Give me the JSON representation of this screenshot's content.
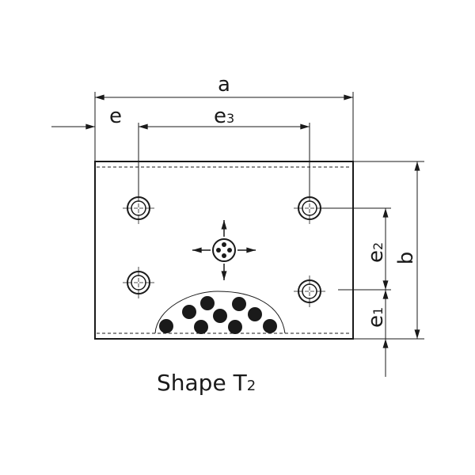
{
  "labels": {
    "a": "a",
    "e": "e",
    "e3_base": "e",
    "e3_sub": "3",
    "e2_base": "e",
    "e2_sub": "2",
    "e1_base": "e",
    "e1_sub": "1",
    "b": "b"
  },
  "caption": {
    "text": "Shape T",
    "sub": "2"
  },
  "colors": {
    "stroke": "#1a1a1a",
    "background": "#ffffff"
  }
}
